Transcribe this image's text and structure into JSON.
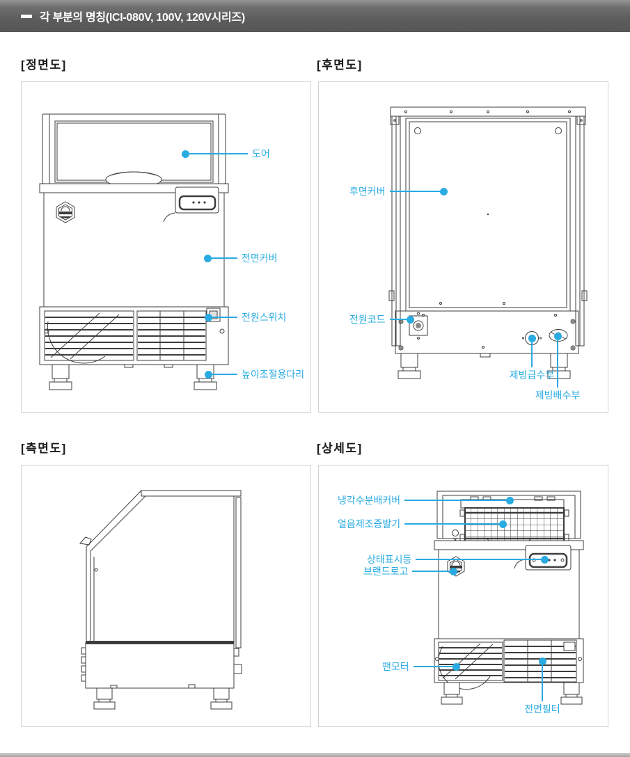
{
  "header": {
    "title": "각 부분의 명칭(ICI-080V, 100V, 120V시리즈)"
  },
  "icons": {
    "header_dash": "—"
  },
  "colors": {
    "accent_blue": "#29abe2",
    "header_gray": "#5c5c5c",
    "panel_border": "#d2d2d2",
    "drawing_line": "#3d3d3d"
  },
  "sections": {
    "front": {
      "title": "[정면도]",
      "callouts": {
        "door": "도어",
        "front_cover": "전면커버",
        "power_switch": "전원스위치",
        "height_leg": "높이조절용다리"
      }
    },
    "rear": {
      "title": "[후면도]",
      "callouts": {
        "rear_cover": "후면커버",
        "power_cord": "전원코드",
        "ice_water_supply": "제빙급수부",
        "ice_water_drain": "제빙배수부"
      }
    },
    "side": {
      "title": "[측면도]"
    },
    "detail": {
      "title": "[상세도]",
      "callouts": {
        "cooling_water_cover": "냉각수분배커버",
        "evaporator": "얼음제조증발기",
        "status_indicator": "상태표시등",
        "brand_logo": "브랜드로고",
        "fan_motor": "팬모터",
        "front_filter": "전면필터"
      }
    }
  }
}
